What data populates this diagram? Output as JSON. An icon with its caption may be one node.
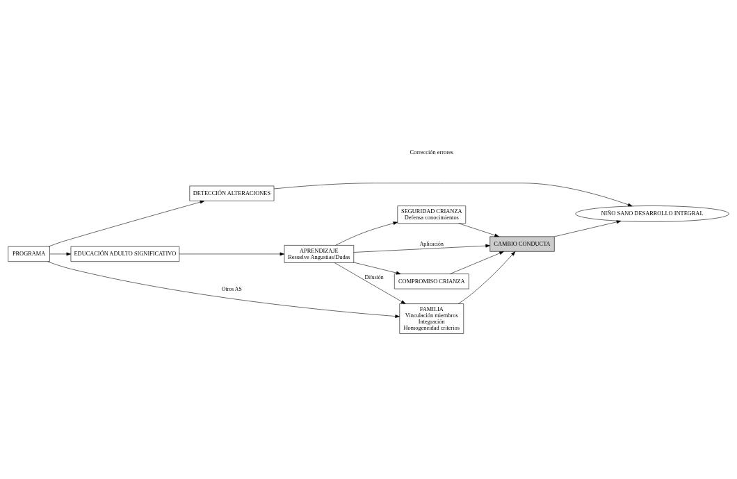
{
  "diagram": {
    "nodes": [
      {
        "text": [
          "PROGRAMA"
        ]
      },
      {
        "text": [
          "DETECCIÓN ALTERACIONES"
        ]
      },
      {
        "text": [
          "EDUCACIÓN ADULTO SIGNIFICATIVO"
        ]
      },
      {
        "text": [
          "APRENDIZAJE",
          "Resuelve Angustias/Dudas"
        ]
      },
      {
        "text": [
          "SEGURIDAD CRIANZA",
          "Defensa conocimientos"
        ]
      },
      {
        "text": [
          "CAMBIO CONDUCTA"
        ]
      },
      {
        "text": [
          "NIÑO SANO DESARROLLO INTEGRAL"
        ]
      },
      {
        "text": [
          "COMPROMISO CRIANZA"
        ]
      },
      {
        "text": [
          "FAMILIA",
          "Vinculación miembros",
          "Integración",
          "Homogeneidad criterios"
        ]
      }
    ],
    "edges": [
      {
        "from": 0,
        "to": 1,
        "arrow": "to"
      },
      {
        "from": 0,
        "to": 2,
        "arrow": "to"
      },
      {
        "from": 0,
        "to": 8,
        "arrow": "to",
        "label": "Otros AS"
      },
      {
        "from": 2,
        "to": 3,
        "arrow": "to"
      },
      {
        "from": 3,
        "to": 4,
        "arrow": "to"
      },
      {
        "from": 3,
        "to": 5,
        "arrow": "to",
        "label": "Aplicación"
      },
      {
        "from": 3,
        "to": 7,
        "arrow": "to"
      },
      {
        "from": 3,
        "to": 8,
        "arrow": "to",
        "label": "Difusión"
      },
      {
        "from": 4,
        "to": 5,
        "arrow": "to"
      },
      {
        "from": 7,
        "to": 5,
        "arrow": "to"
      },
      {
        "from": 8,
        "to": 5,
        "arrow": "to"
      },
      {
        "from": 1,
        "to": 6,
        "arrow": "to"
      },
      {
        "from": 5,
        "to": 6,
        "arrow": "to"
      }
    ],
    "labels": [
      "Corrección errores"
    ]
  }
}
